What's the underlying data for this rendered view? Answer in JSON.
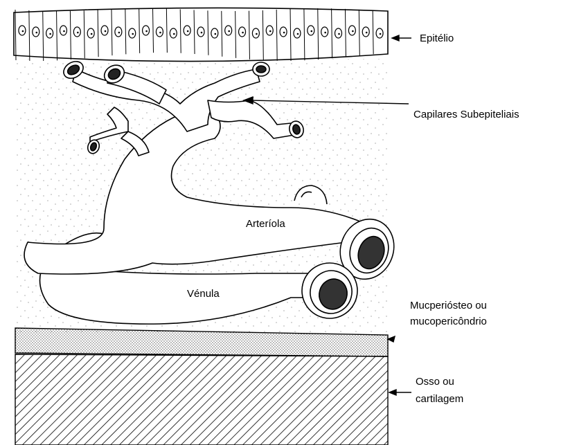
{
  "labels": {
    "epithelium": "Epitélio",
    "subepithelial_capillaries": "Capilares Subepiteliais",
    "arteriole": "Arteríola",
    "venule": "Vénula",
    "mucoperiosteum_line1": "Mucperiósteo ou",
    "mucoperiosteum_line2": "mucopericôndrio",
    "bone_line1": "Osso ou",
    "bone_line2": "cartilagem"
  },
  "colors": {
    "ink": "#000000",
    "background": "#ffffff",
    "stipple": "#555555"
  }
}
